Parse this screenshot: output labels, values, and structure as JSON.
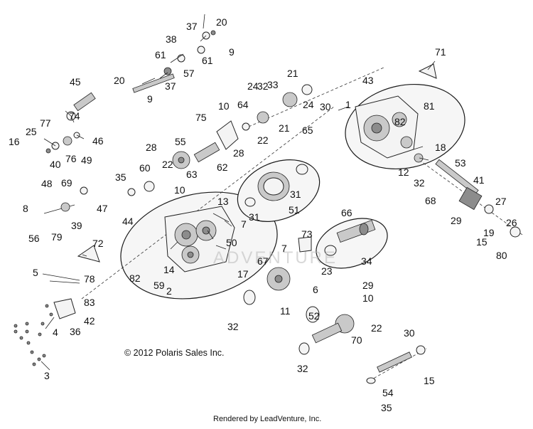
{
  "diagram": {
    "copyright": "© 2012 Polaris Sales Inc.",
    "rendered_by": "Rendered by LeadVenture, Inc.",
    "watermark": "ADVENTURE"
  },
  "callouts": [
    "1",
    "2",
    "3",
    "4",
    "5",
    "6",
    "7",
    "7",
    "8",
    "9",
    "9",
    "10",
    "10",
    "10",
    "11",
    "12",
    "13",
    "14",
    "15",
    "15",
    "16",
    "17",
    "18",
    "19",
    "20",
    "20",
    "21",
    "21",
    "22",
    "22",
    "22",
    "23",
    "24",
    "24",
    "25",
    "26",
    "27",
    "28",
    "28",
    "29",
    "29",
    "30",
    "30",
    "31",
    "31",
    "32",
    "32",
    "32",
    "32",
    "33",
    "34",
    "35",
    "35",
    "36",
    "37",
    "37",
    "38",
    "39",
    "40",
    "41",
    "42",
    "43",
    "44",
    "45",
    "46",
    "47",
    "48",
    "49",
    "50",
    "51",
    "52",
    "53",
    "54",
    "55",
    "56",
    "57",
    "59",
    "60",
    "61",
    "61",
    "62",
    "63",
    "64",
    "65",
    "66",
    "67",
    "68",
    "69",
    "70",
    "71",
    "72",
    "73",
    "74",
    "75",
    "76",
    "77",
    "78",
    "79",
    "80",
    "81",
    "82",
    "82",
    "83"
  ]
}
